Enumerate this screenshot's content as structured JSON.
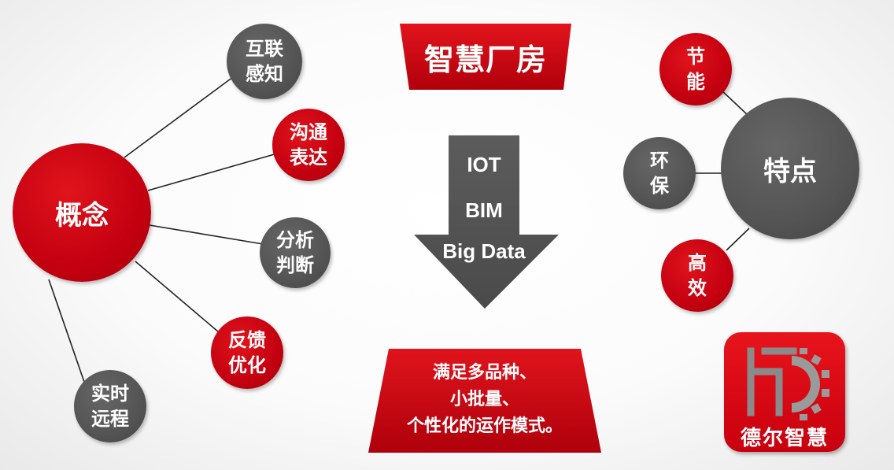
{
  "title": "智慧厂房",
  "concept": {
    "label": "概念",
    "children": [
      {
        "line1": "互联",
        "line2": "感知"
      },
      {
        "line1": "沟通",
        "line2": "表达"
      },
      {
        "line1": "分析",
        "line2": "判断"
      },
      {
        "line1": "反馈",
        "line2": "优化"
      },
      {
        "line1": "实时",
        "line2": "远程"
      }
    ]
  },
  "tech": {
    "items": [
      "IOT",
      "BIM",
      "Big Data"
    ]
  },
  "result": {
    "lines": [
      "满足多品种、",
      "小批量、",
      "个性化的运作模式。"
    ]
  },
  "features": {
    "label": "特点",
    "children": [
      {
        "line1": "节",
        "line2": "能"
      },
      {
        "line1": "环",
        "line2": "保"
      },
      {
        "line1": "高",
        "line2": "效"
      }
    ]
  },
  "logo": {
    "text": "德尔智慧"
  },
  "colors": {
    "red": "#c40010",
    "grey": "#555555"
  }
}
